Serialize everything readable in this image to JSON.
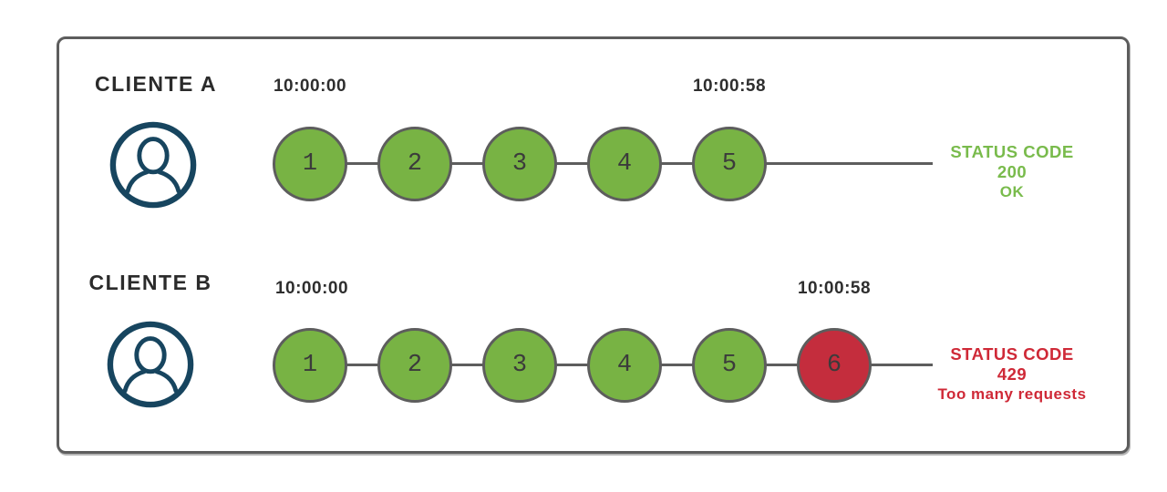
{
  "colors": {
    "request_ok_fill": "#78b344",
    "request_blocked_fill": "#c42d3d",
    "status_ok_text": "#79bb4c",
    "status_error_text": "#cf2937",
    "avatar_stroke": "#17455f",
    "outline_gray": "#5d5d5d"
  },
  "rows": [
    {
      "client": "CLIENTE A",
      "avatar_icon": "user-circle-icon",
      "time_start": "10:00:00",
      "time_end": "10:00:58",
      "requests": [
        {
          "label": "1",
          "state": "ok"
        },
        {
          "label": "2",
          "state": "ok"
        },
        {
          "label": "3",
          "state": "ok"
        },
        {
          "label": "4",
          "state": "ok"
        },
        {
          "label": "5",
          "state": "ok"
        }
      ],
      "status_line1": "STATUS CODE 200",
      "status_line2": "OK",
      "status_state": "ok"
    },
    {
      "client": "CLIENTE B",
      "avatar_icon": "user-circle-icon",
      "time_start": "10:00:00",
      "time_end": "10:00:58",
      "requests": [
        {
          "label": "1",
          "state": "ok"
        },
        {
          "label": "2",
          "state": "ok"
        },
        {
          "label": "3",
          "state": "ok"
        },
        {
          "label": "4",
          "state": "ok"
        },
        {
          "label": "5",
          "state": "ok"
        },
        {
          "label": "6",
          "state": "blocked"
        }
      ],
      "status_line1": "STATUS CODE 429",
      "status_line2": "Too many requests",
      "status_state": "blocked"
    }
  ]
}
